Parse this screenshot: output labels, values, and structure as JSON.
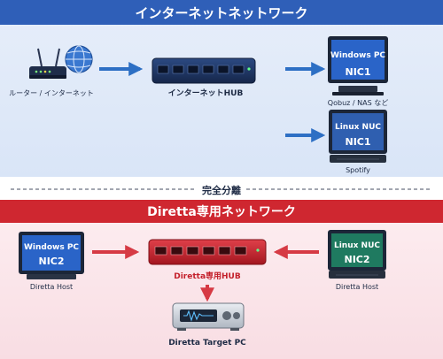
{
  "top_section": {
    "title": "インターネットネットワーク",
    "router_label": "ルーター / インターネット",
    "hub_label": "インターネットHUB",
    "windows_pc": {
      "screen_text": "Windows PC",
      "nic": "NIC1",
      "caption": "Qobuz / NAS など"
    },
    "linux_nuc": {
      "screen_text": "Linux NUC",
      "nic": "NIC1",
      "caption": "Spotify"
    }
  },
  "separator_label": "完全分離",
  "bottom_section": {
    "title": "Diretta専用ネットワーク",
    "windows_pc": {
      "screen_text": "Windows PC",
      "nic": "NIC2",
      "caption": "Diretta Host"
    },
    "hub_label": "Diretta専用HUB",
    "linux_nuc": {
      "screen_text": "Linux NUC",
      "nic": "NIC2",
      "caption": "Diretta Host"
    },
    "target_caption": "Diretta Target PC"
  },
  "colors": {
    "top_header": "#2f5fb8",
    "top_bg": "#e3ecf9",
    "bottom_header": "#cf2730",
    "bottom_bg": "#fbe6ea",
    "blue_arrow": "#2d6fc4",
    "red_arrow": "#d63a44",
    "windows_screen": "#2a64c8",
    "linux_screen_blue": "#2f5fb0",
    "linux_screen_green": "#1f7a60",
    "hub_navy": "#1f3563",
    "hub_red": "#c9262f"
  }
}
